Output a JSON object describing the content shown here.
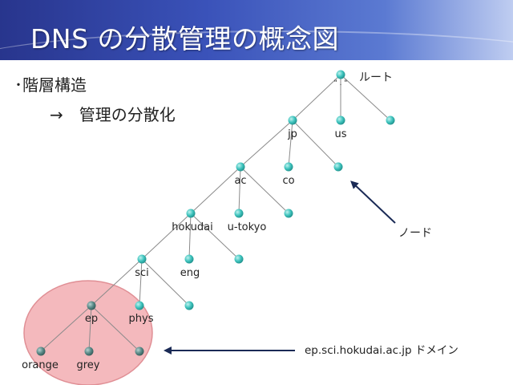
{
  "title": "DNS の分散管理の概念図",
  "bullets": {
    "line1": "･階層構造",
    "line2": "→　管理の分散化"
  },
  "colors": {
    "header": "#3a52b9",
    "node_fill": "#3fc4be",
    "node_gray": "#5a8a88",
    "highlight": "#f4b9bd",
    "edge": "#8a8a8a",
    "arrow": "#1a2a55"
  },
  "nodes": {
    "root": "\"  .  \"",
    "jp": "jp",
    "us": "us",
    "ac": "ac",
    "co": "co",
    "hokudai": "hokudai",
    "u_tokyo": "u-tokyo",
    "sci": "sci",
    "eng": "eng",
    "ep": "ep",
    "phys": "phys",
    "orange": "orange",
    "grey": "grey"
  },
  "annotations": {
    "root": "ルート",
    "node": "ノード",
    "domain": "ep.sci.hokudai.ac.jp ドメイン"
  }
}
